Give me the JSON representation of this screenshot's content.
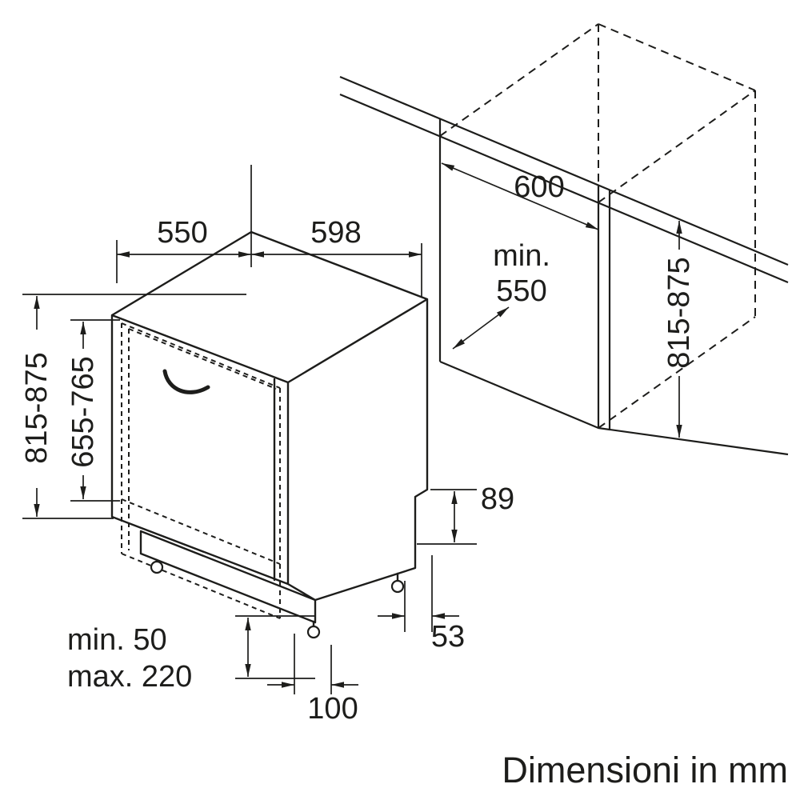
{
  "caption": "Dimensioni in mm",
  "appliance": {
    "depth": "550",
    "width": "598",
    "height": "815-875",
    "door_height": "655-765",
    "plinth_min": "min. 50",
    "plinth_max": "max. 220",
    "front_foot_offset": "100",
    "rear_foot_offset": "53",
    "rear_recess_height": "89"
  },
  "niche": {
    "width": "600",
    "depth_label_line1": "min.",
    "depth_label_line2": "550",
    "height": "815-875"
  },
  "colors": {
    "line": "#1d1d1b",
    "background": "#ffffff"
  }
}
